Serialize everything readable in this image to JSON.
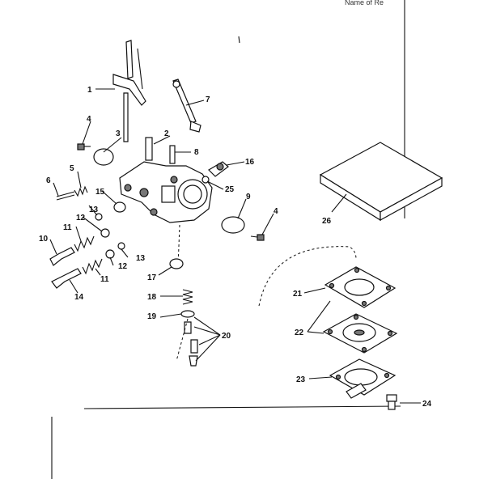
{
  "header": {
    "corner_text": "Name of Re"
  },
  "callouts": {
    "c1": "1",
    "c2": "2",
    "c3": "3",
    "c4a": "4",
    "c4b": "4",
    "c5": "5",
    "c6": "6",
    "c7": "7",
    "c8": "8",
    "c9": "9",
    "c10": "10",
    "c11a": "11",
    "c11b": "11",
    "c12a": "12",
    "c12b": "12",
    "c13a": "13",
    "c13b": "13",
    "c14": "14",
    "c15": "15",
    "c16": "16",
    "c17": "17",
    "c18": "18",
    "c19": "19",
    "c20": "20",
    "c21": "21",
    "c22": "22",
    "c23": "23",
    "c24": "24",
    "c25": "25",
    "c26": "26"
  }
}
